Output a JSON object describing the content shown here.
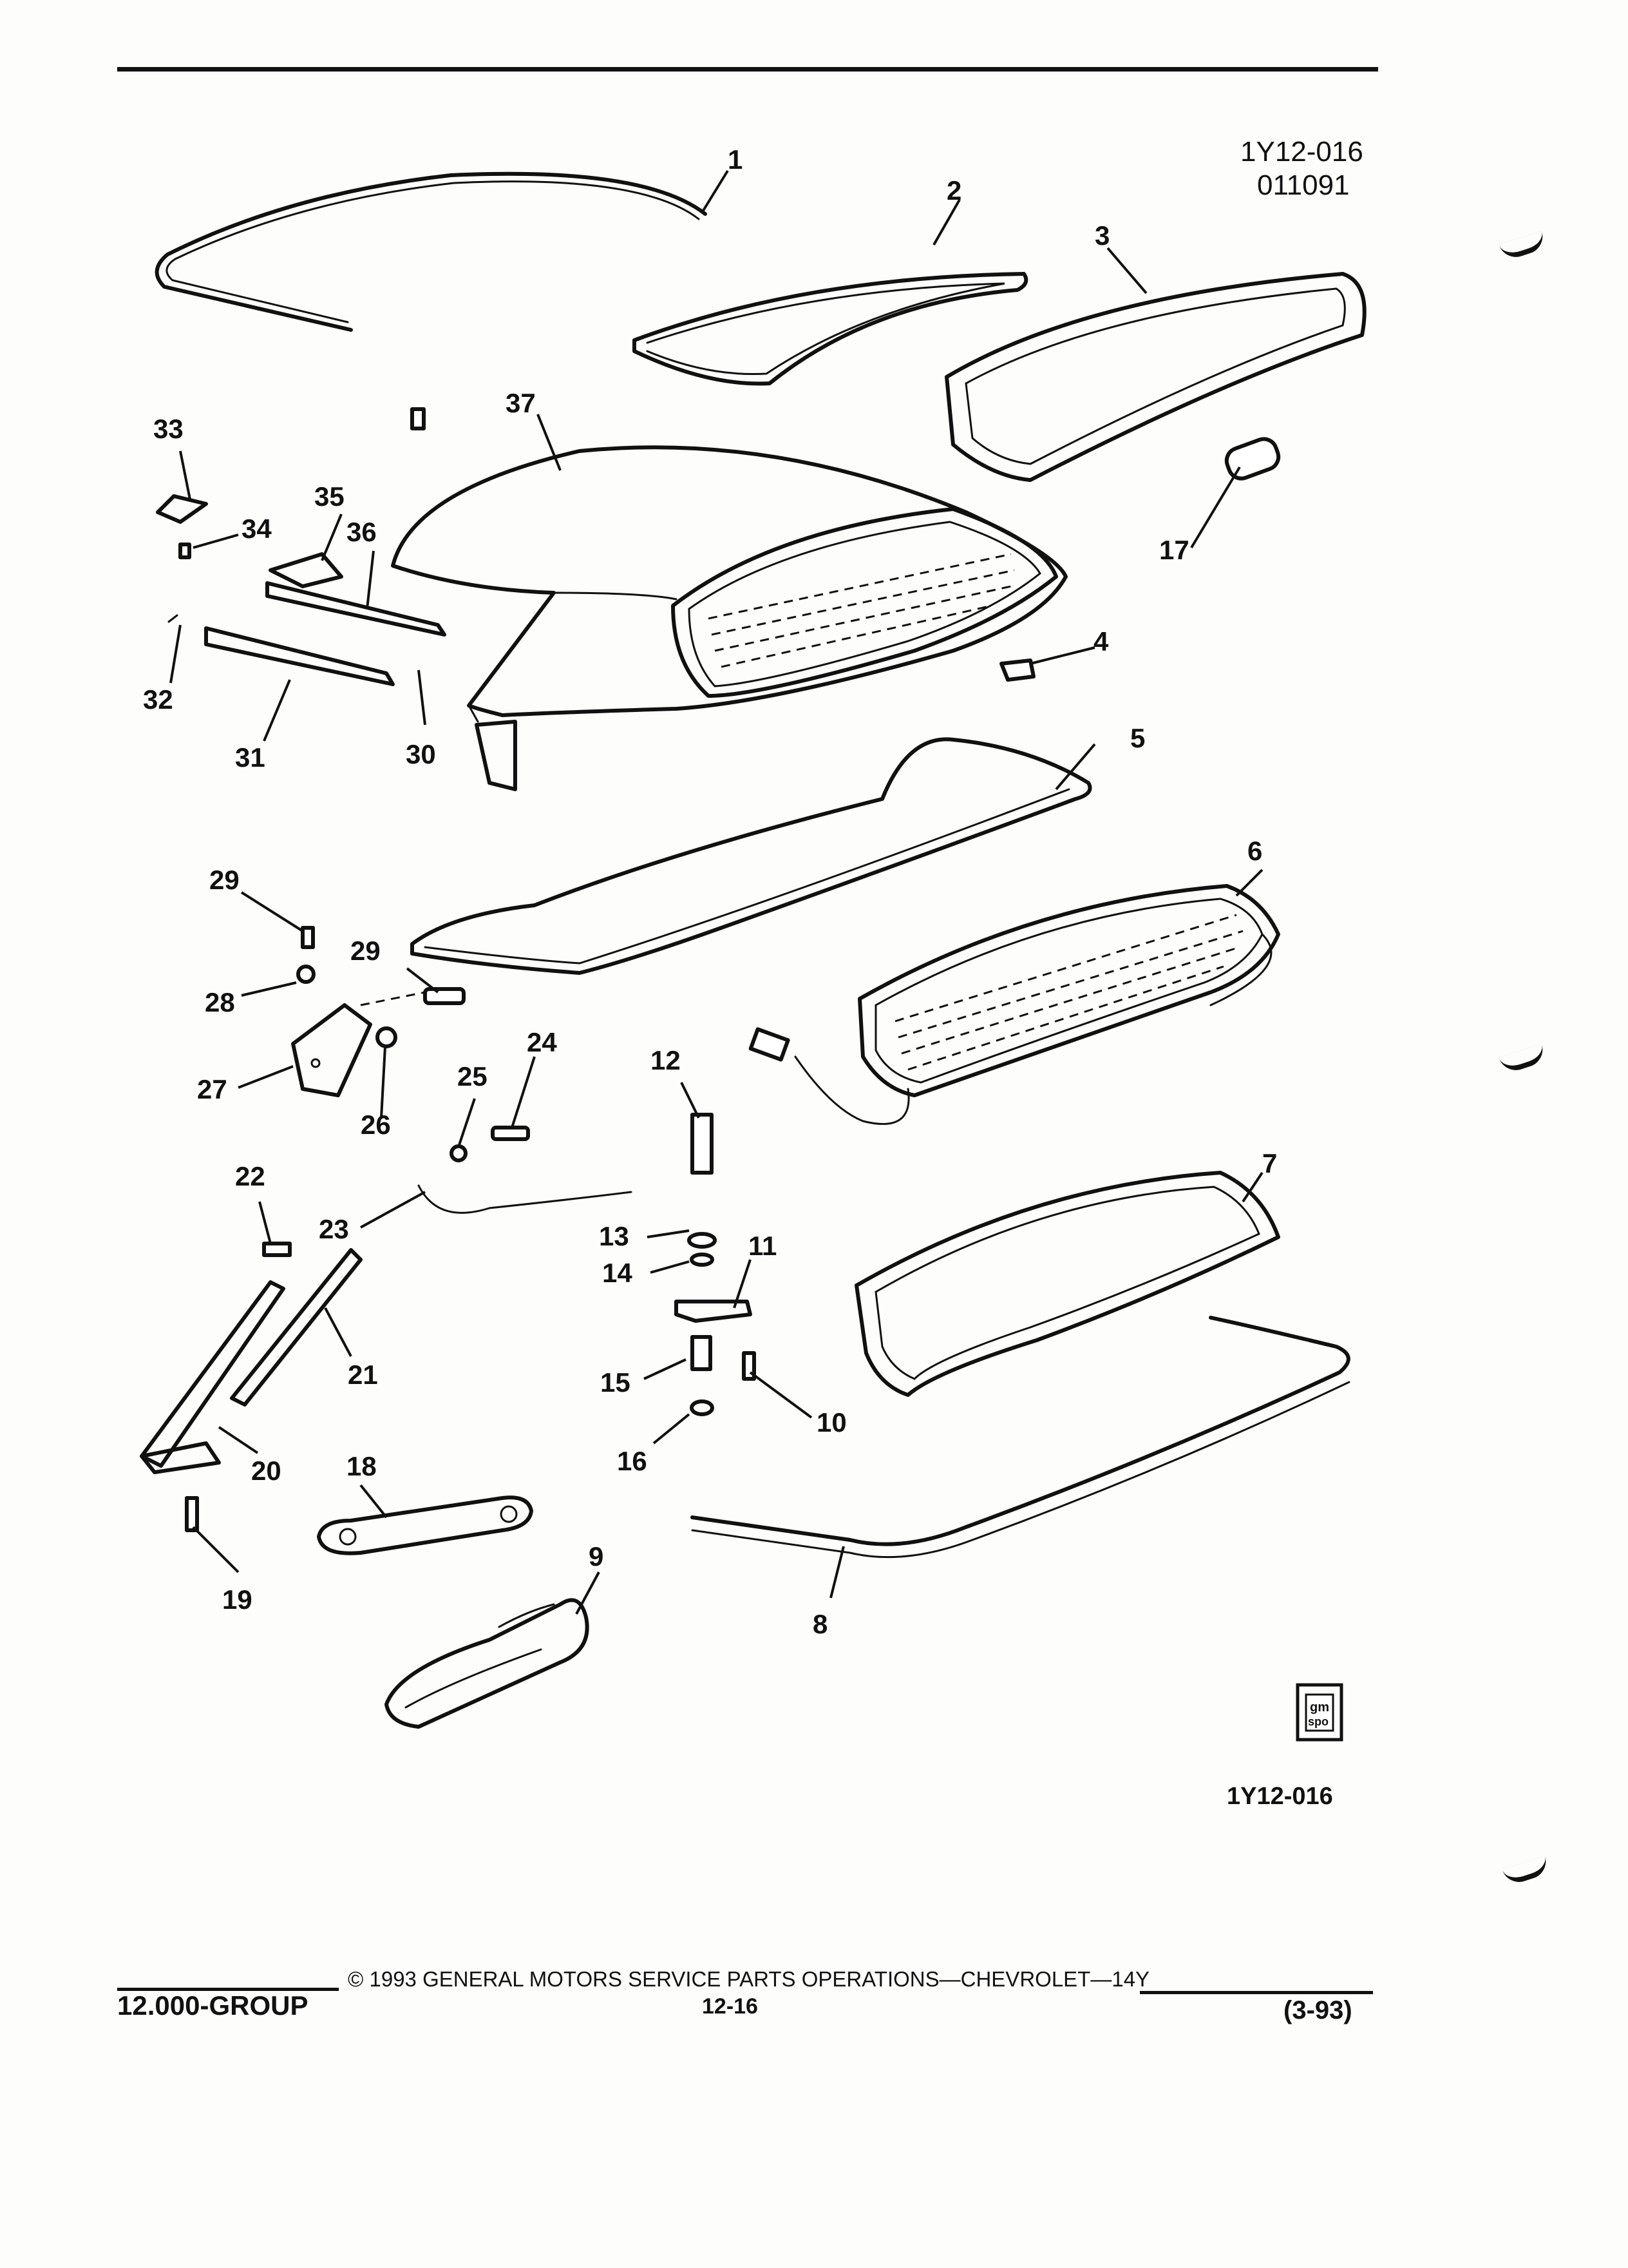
{
  "header": {
    "figure_code": "1Y12-016",
    "date_code": "011091"
  },
  "figure_label": "1Y12-016",
  "logo": {
    "lines": [
      "gm",
      "spo"
    ]
  },
  "callouts": [
    "1",
    "2",
    "3",
    "4",
    "5",
    "6",
    "7",
    "8",
    "9",
    "10",
    "11",
    "12",
    "13",
    "14",
    "15",
    "16",
    "17",
    "18",
    "19",
    "20",
    "21",
    "22",
    "23",
    "24",
    "25",
    "26",
    "27",
    "28",
    "29",
    "29",
    "30",
    "31",
    "32",
    "33",
    "34",
    "35",
    "36",
    "37"
  ],
  "footer": {
    "group": "12.000-GROUP",
    "copyright": "© 1993 GENERAL MOTORS SERVICE PARTS OPERATIONS—CHEVROLET—14Y",
    "page": "12-16",
    "revision": "(3-93)"
  }
}
